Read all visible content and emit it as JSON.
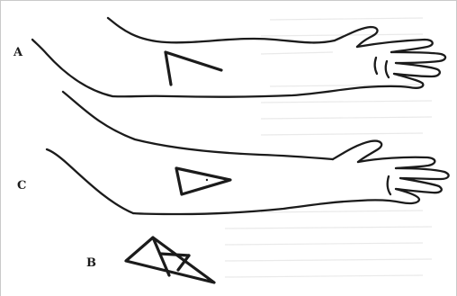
{
  "figure": {
    "labels": {
      "a": "A",
      "b": "B",
      "c": "C"
    },
    "colors": {
      "ink": "#1b1b1b",
      "paper": "#ffffff",
      "border": "#c9c9c9"
    }
  }
}
